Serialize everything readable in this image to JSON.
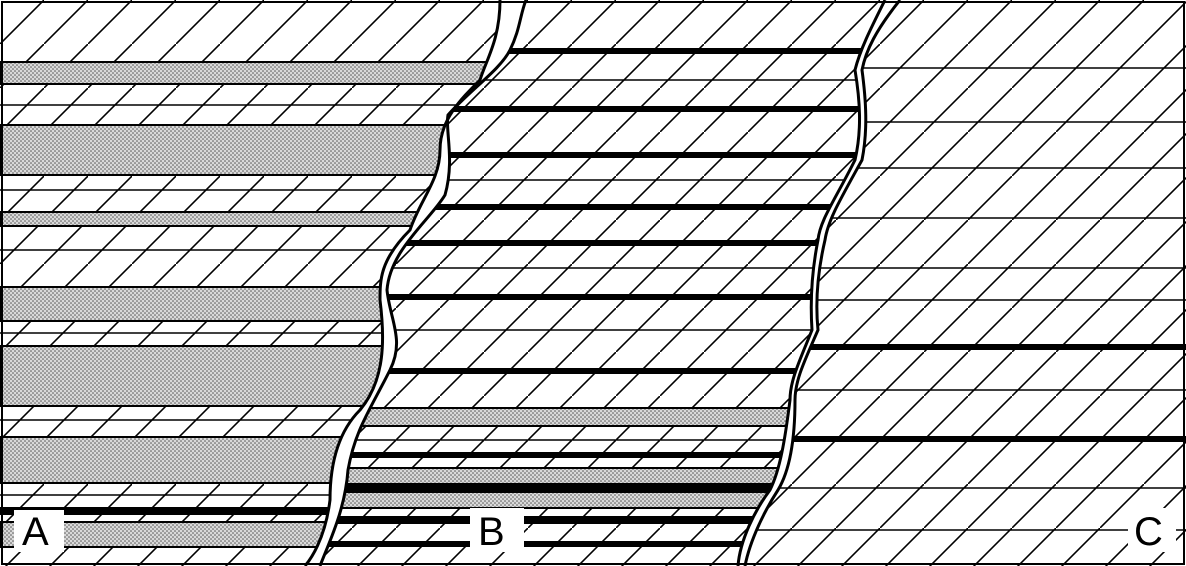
{
  "labels": {
    "a": "A",
    "b": "B",
    "c": "C"
  },
  "colors": {
    "ink": "#000000",
    "paper": "#ffffff",
    "sandstone_fill": "#d9d9d9"
  },
  "legend_patterns": [
    "diagonal-hatch-limestone",
    "stipple-sandstone",
    "black-shale-band"
  ]
}
